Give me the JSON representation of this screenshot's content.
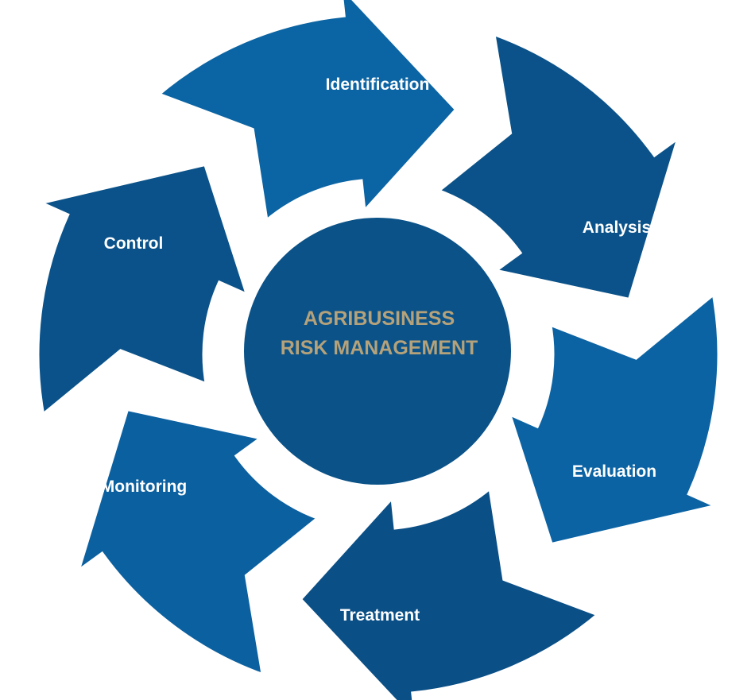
{
  "center": {
    "line1": "AGRIBUSINESS",
    "line2": "RISK MANAGEMENT"
  },
  "stages": [
    {
      "label": "Identification",
      "color": "#0b64a3"
    },
    {
      "label": "Analysis",
      "color": "#0a5289"
    },
    {
      "label": "Evaluation",
      "color": "#0b63a3"
    },
    {
      "label": "Treatment",
      "color": "#0a4f86"
    },
    {
      "label": "Monitoring",
      "color": "#0b60a0"
    },
    {
      "label": "Control",
      "color": "#0a5289"
    }
  ],
  "colors": {
    "background": "#ffffff",
    "center_fill": "#0a5288",
    "center_text": "#b5a27a"
  }
}
